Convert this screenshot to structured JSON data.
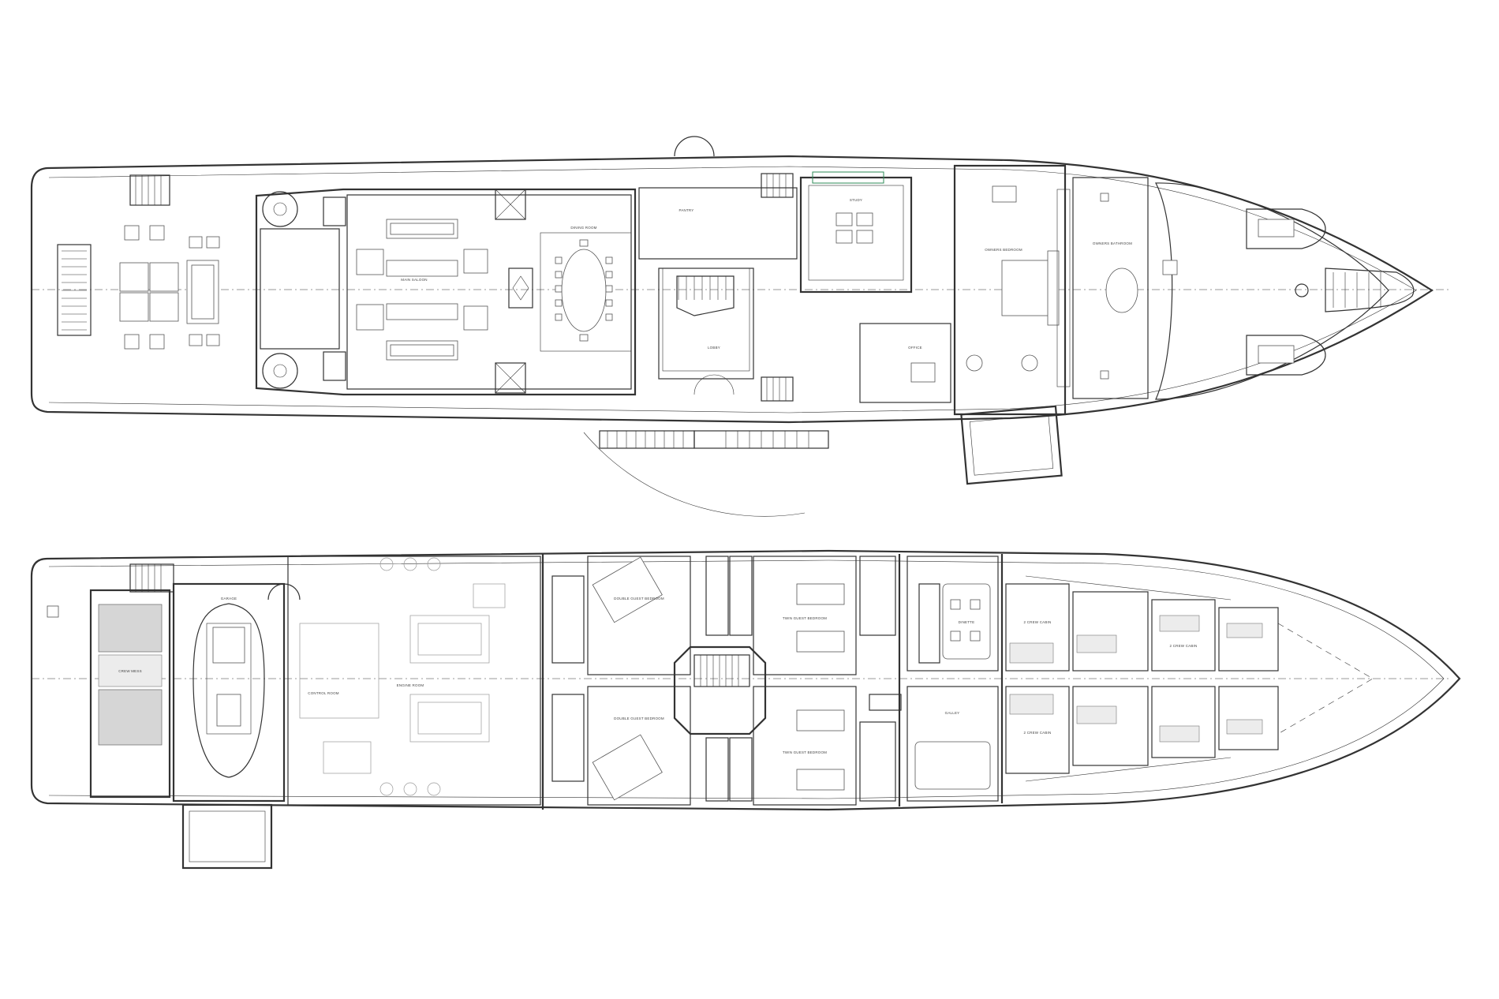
{
  "decks": [
    {
      "id": "main-deck",
      "rooms": [
        {
          "key": "main_saloon",
          "text": "MAIN SALOON"
        },
        {
          "key": "dining_room",
          "text": "DINING ROOM"
        },
        {
          "key": "pantry",
          "text": "PANTRY"
        },
        {
          "key": "lobby",
          "text": "LOBBY"
        },
        {
          "key": "office",
          "text": "OFFICE"
        },
        {
          "key": "study",
          "text": "STUDY"
        },
        {
          "key": "owners_bedroom",
          "text": "OWNERS BEDROOM"
        },
        {
          "key": "owners_bathroom",
          "text": "OWNERS BATHROOM"
        }
      ]
    },
    {
      "id": "lower-deck",
      "rooms": [
        {
          "key": "garage",
          "text": "GARAGE"
        },
        {
          "key": "crew_mess",
          "text": "CREW MESS"
        },
        {
          "key": "engine_room",
          "text": "ENGINE ROOM"
        },
        {
          "key": "control_room",
          "text": "CONTROL ROOM"
        },
        {
          "key": "double_guest_1",
          "text": "DOUBLE GUEST BEDROOM"
        },
        {
          "key": "double_guest_2",
          "text": "DOUBLE GUEST BEDROOM"
        },
        {
          "key": "twin_guest_1",
          "text": "TWIN GUEST BEDROOM"
        },
        {
          "key": "twin_guest_2",
          "text": "TWIN GUEST BEDROOM"
        },
        {
          "key": "galley",
          "text": "GALLEY"
        },
        {
          "key": "crew_dinette",
          "text": "DINETTE"
        },
        {
          "key": "crew_cabin_1",
          "text": "2 CREW CABIN"
        },
        {
          "key": "crew_cabin_2",
          "text": "2 CREW CABIN"
        },
        {
          "key": "crew_cabin_3",
          "text": "2 CREW CABIN"
        }
      ]
    }
  ],
  "colors": {
    "line": "#333333",
    "hull_fill": "#f6f6f6",
    "grey_fill": "#d6d6d6",
    "accent_green": "#2e8b57"
  }
}
